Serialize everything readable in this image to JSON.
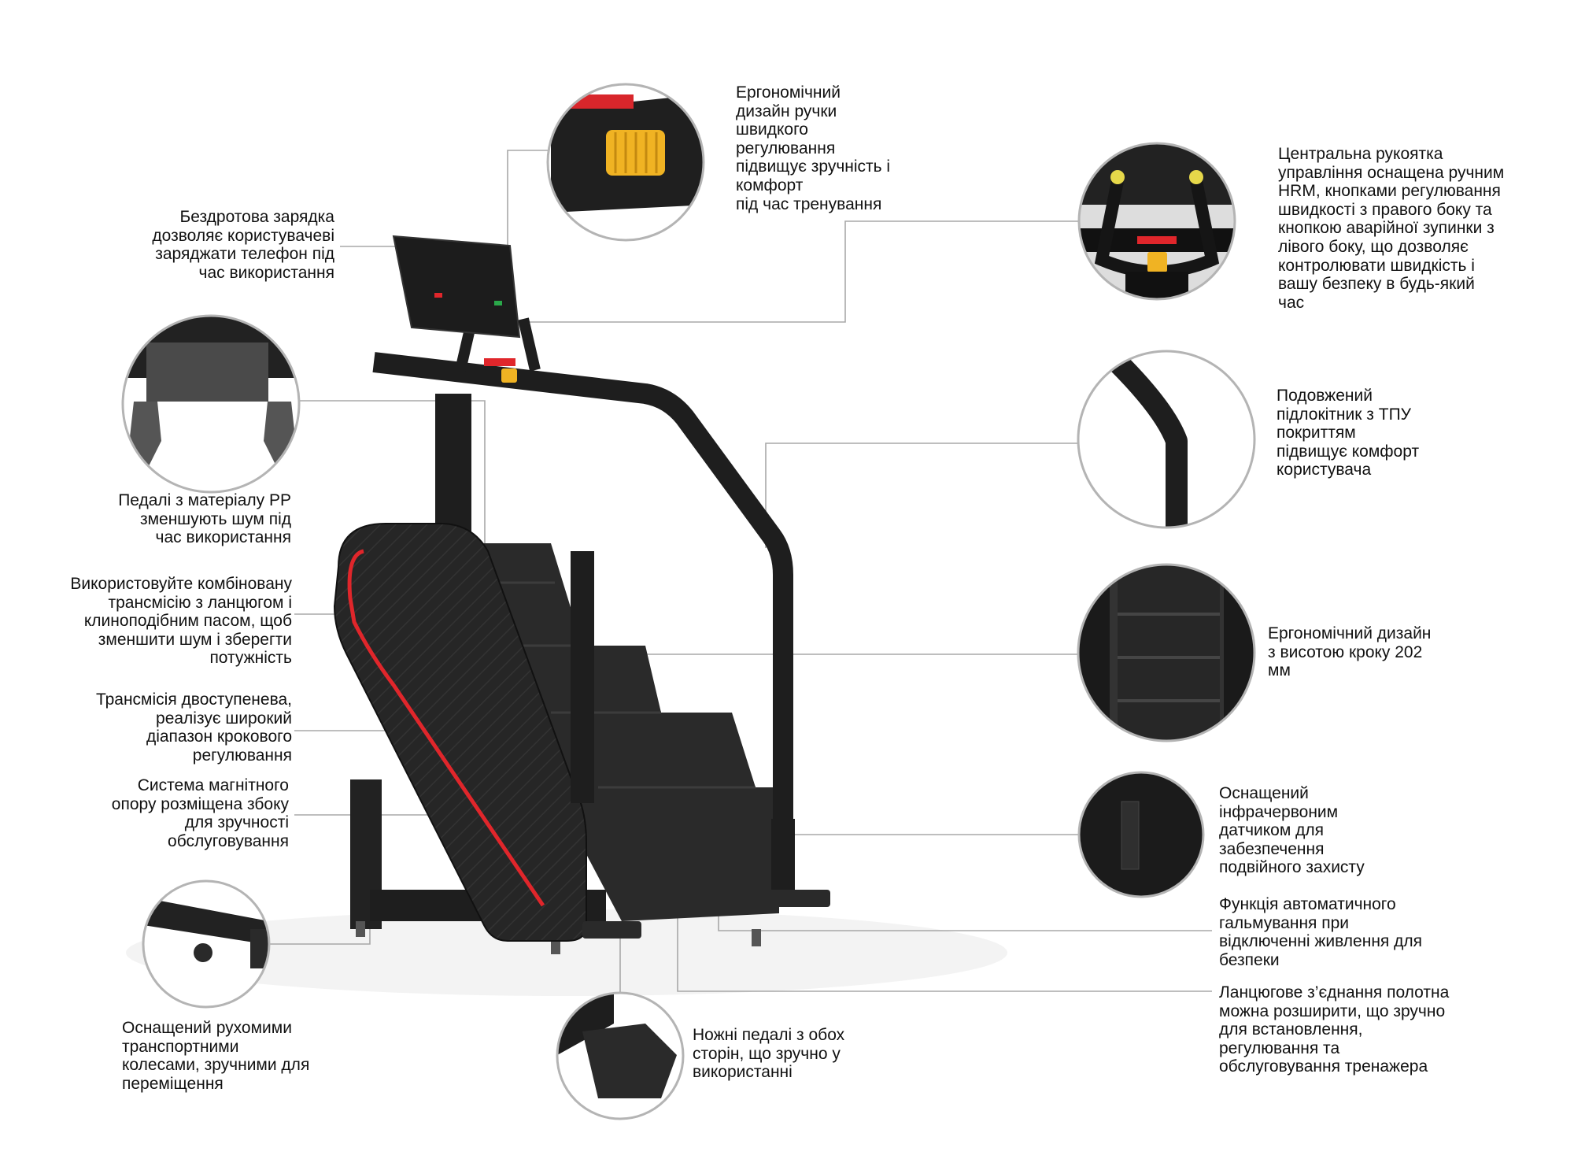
{
  "colors": {
    "frame": "#1e1e1e",
    "accent_red": "#e0262b",
    "knob_yellow": "#f0b323",
    "leader": "#a8a8a8",
    "circle_border": "#b4b4b4"
  },
  "callouts": [
    {
      "id": "wireless-charging",
      "text": "Бездротова зарядка\nдозволяє користувачеві\nзаряджати телефон під\nчас використання"
    },
    {
      "id": "quick-adjust-handle",
      "text": "Ергономічний\nдизайн ручки\nшвидкого\nрегулювання\nпідвищує зручність і\nкомфорт\nпід час тренування"
    },
    {
      "id": "central-handle",
      "text": "Центральна рукоятка\nуправління оснащена ручним\nHRM, кнопками регулювання\nшвидкості з правого боку та\nкнопкою аварійної зупинки з\nлівого боку, що дозволяє\nконтролювати швидкість і\nвашу безпеку в будь-який\nчас"
    },
    {
      "id": "pp-pedals",
      "text": "Педалі з матеріалу PP\nзменшують шум під\nчас використання"
    },
    {
      "id": "combined-transmission",
      "text": "Використовуйте комбіновану\nтрансмісію з ланцюгом і\nклиноподібним пасом, щоб\nзменшити шум і зберегти\nпотужність"
    },
    {
      "id": "two-stage-transmission",
      "text": "Трансмісія двоступенева,\nреалізує широкий\nдіапазон крокового\nрегулювання"
    },
    {
      "id": "magnetic-resistance",
      "text": "Система магнітного\nопору розміщена збоку\nдля зручності\nобслуговування"
    },
    {
      "id": "armrest",
      "text": "Подовжений\nпідлокітник з ТПУ\nпокриттям\nпідвищує комфорт\nкористувача"
    },
    {
      "id": "step-height",
      "text": "Ергономічний дизайн\nз висотою кроку 202\nмм"
    },
    {
      "id": "infrared-sensor",
      "text": "Оснащений\nінфрачервоним\nдатчиком для\nзабезпечення\nподвійного захисту"
    },
    {
      "id": "auto-brake",
      "text": "Функція автоматичного\nгальмування при\nвідключенні живлення для\nбезпеки"
    },
    {
      "id": "chain-link",
      "text": "Ланцюгове з’єднання полотна\nможна розширити, що зручно\nдля встановлення,\nрегулювання та\nобслуговування тренажера"
    },
    {
      "id": "transport-wheels",
      "text": "Оснащений рухомими\nтранспортними\nколесами, зручними для\nпереміщення"
    },
    {
      "id": "foot-pedals",
      "text": "Ножні педалі з обох\nсторін, що зручно у\nвикористанні"
    }
  ]
}
